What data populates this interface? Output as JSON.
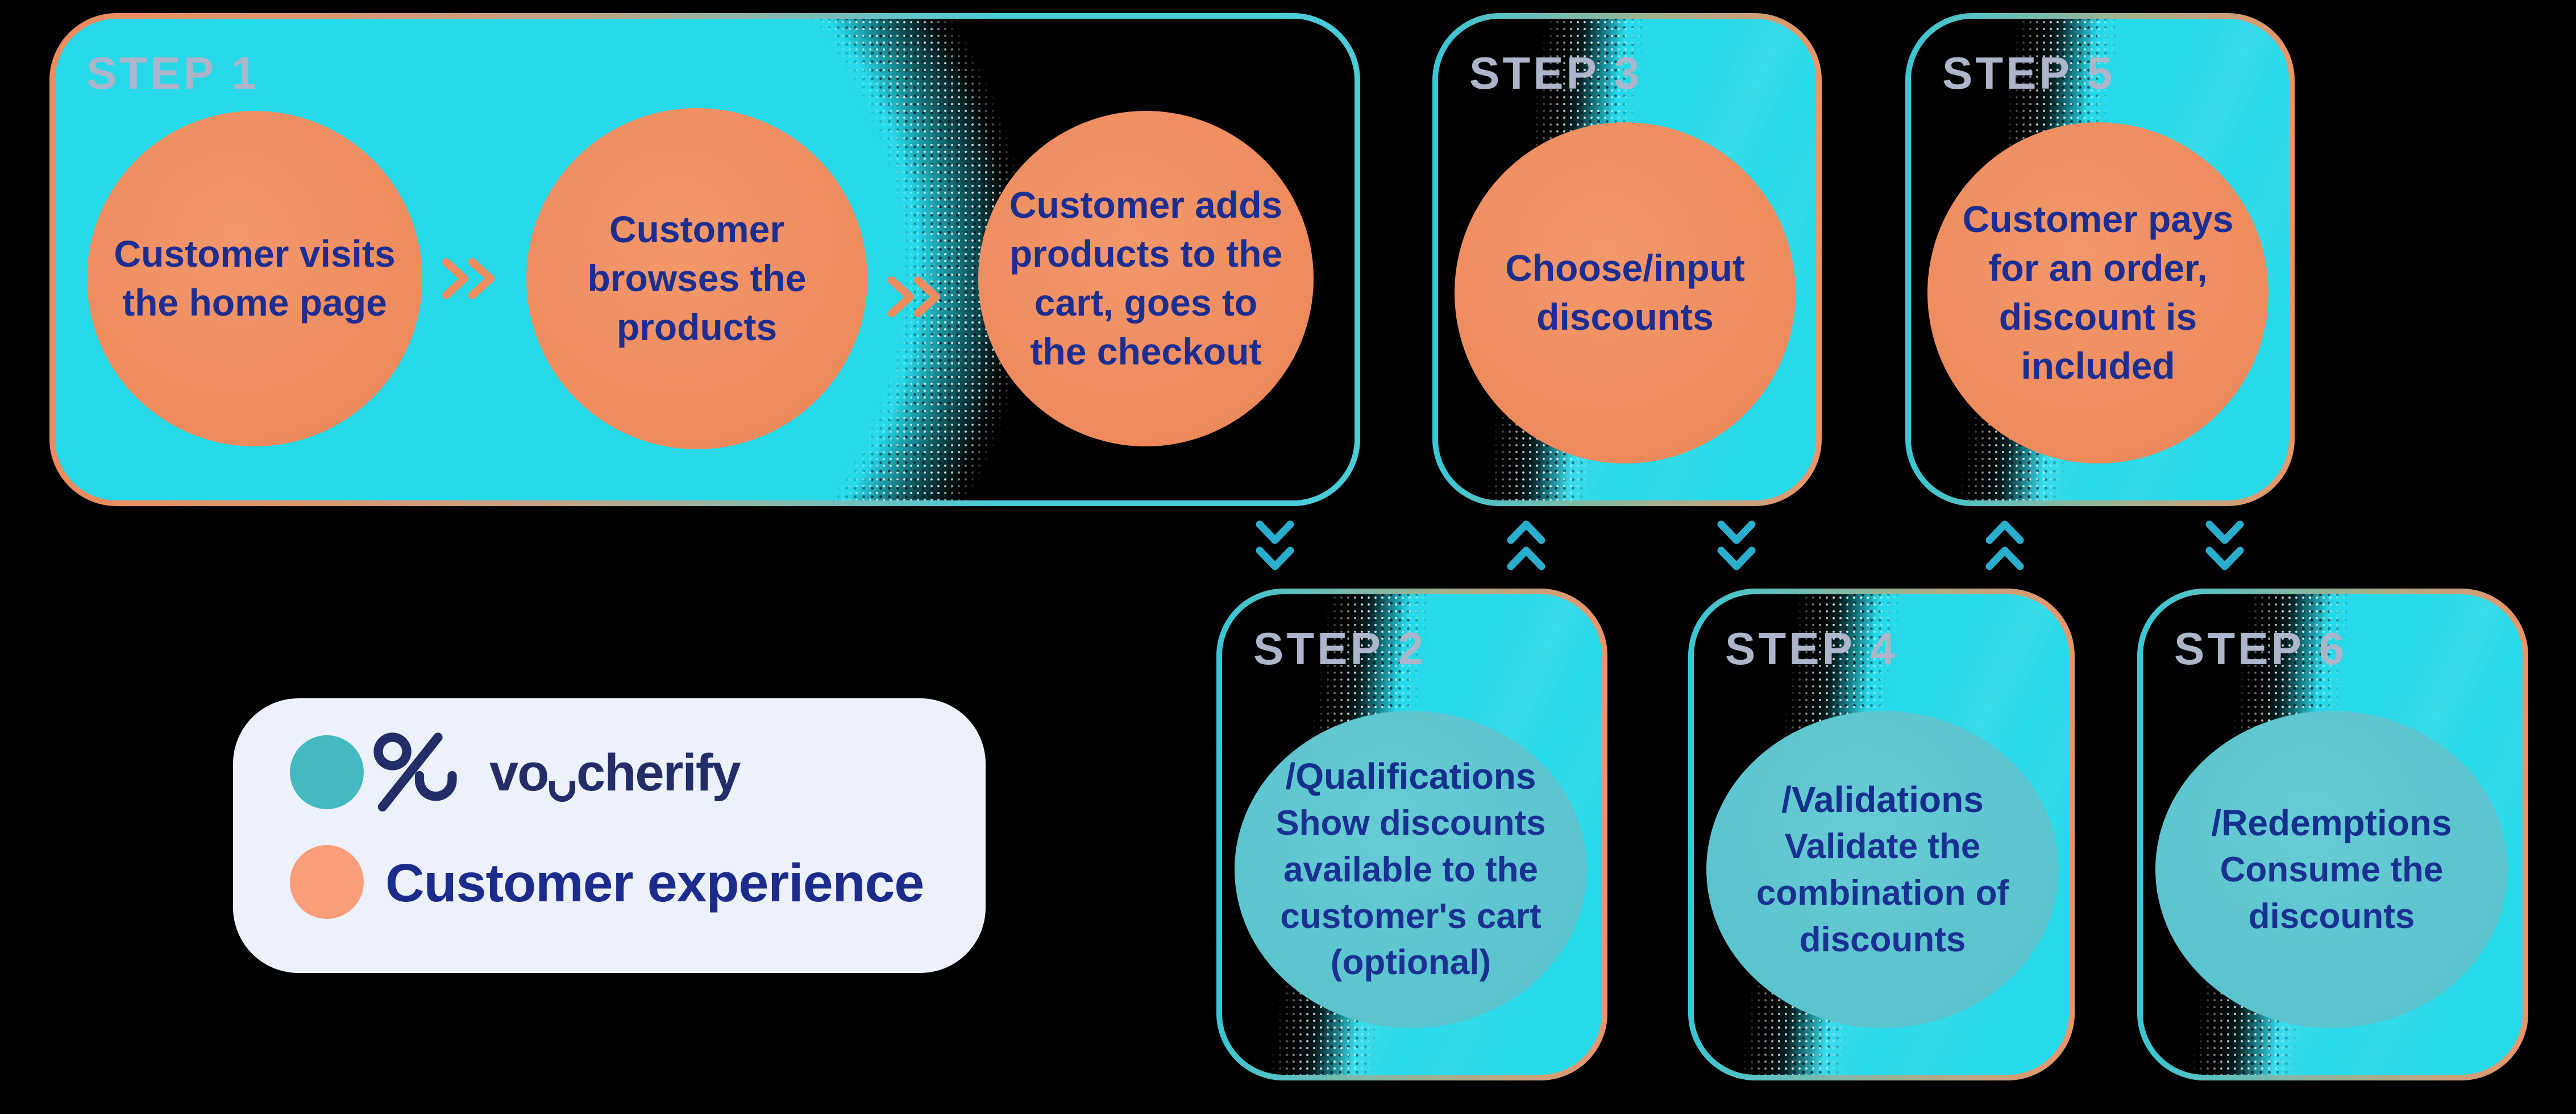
{
  "title": "Voucherify discount flow diagram",
  "colors": {
    "background": "#000000",
    "cyan_fill": "#26d9e9",
    "orange_bubble": "#ee895b",
    "teal_bubble": "#5cc5cf",
    "border_teal": "#38c7d6",
    "border_orange": "#ef8a5c",
    "navy_text": "#1d2e92",
    "step_label": "#adb5cb",
    "arrow_teal": "#2aaecd",
    "legend_bg": "#edf1fb",
    "legend_teal_dot": "#44b9c1",
    "legend_orange_dot": "#f99d7a",
    "brand_navy": "#232e68"
  },
  "steps": [
    {
      "label": "STEP 1",
      "circles": [
        "Customer visits\nthe home page",
        "Customer\nbrowses the\nproducts",
        "Customer adds\nproducts to the\ncart, goes to\nthe checkout"
      ]
    },
    {
      "label": "STEP 2",
      "heading": "/Qualifications",
      "body": "Show discounts\navailable to the\ncustomer's cart\n(optional)"
    },
    {
      "label": "STEP 3",
      "text": "Choose/input\ndiscounts"
    },
    {
      "label": "STEP 4",
      "heading": "/Validations",
      "body": "Validate the\ncombination of\ndiscounts"
    },
    {
      "label": "STEP 5",
      "text": "Customer pays\nfor an order,\ndiscount is\nincluded"
    },
    {
      "label": "STEP 6",
      "heading": "/Redemptions",
      "body": "Consume the\ndiscounts"
    }
  ],
  "arrows": [
    "down",
    "up",
    "down",
    "up",
    "down"
  ],
  "legend": {
    "brand_pre": "vo",
    "brand_post": "cherify",
    "brand_full": "voucherify",
    "customer": "Customer experience"
  }
}
